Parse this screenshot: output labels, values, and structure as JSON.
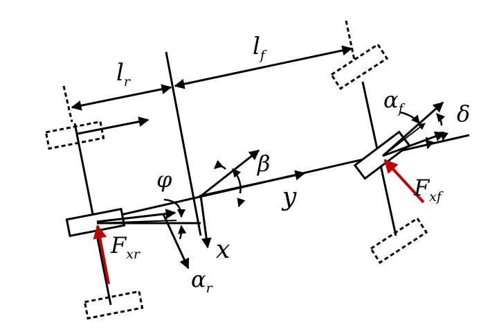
{
  "labels": {
    "l_r": {
      "main": "l",
      "sub": "r"
    },
    "l_f": {
      "main": "l",
      "sub": "f"
    },
    "alpha_f": {
      "main": "α",
      "sub": "f"
    },
    "delta": {
      "main": "δ"
    },
    "beta": {
      "main": "β"
    },
    "phi": {
      "main": "φ"
    },
    "y_axis": {
      "main": "y"
    },
    "x_axis": {
      "main": "x"
    },
    "F_xf": {
      "main": "F",
      "sub": "xf"
    },
    "F_xr": {
      "main": "F",
      "sub": "xr"
    },
    "alpha_r": {
      "main": "α",
      "sub": "r"
    }
  },
  "colors": {
    "line": "#000000",
    "force": "#c00000"
  }
}
